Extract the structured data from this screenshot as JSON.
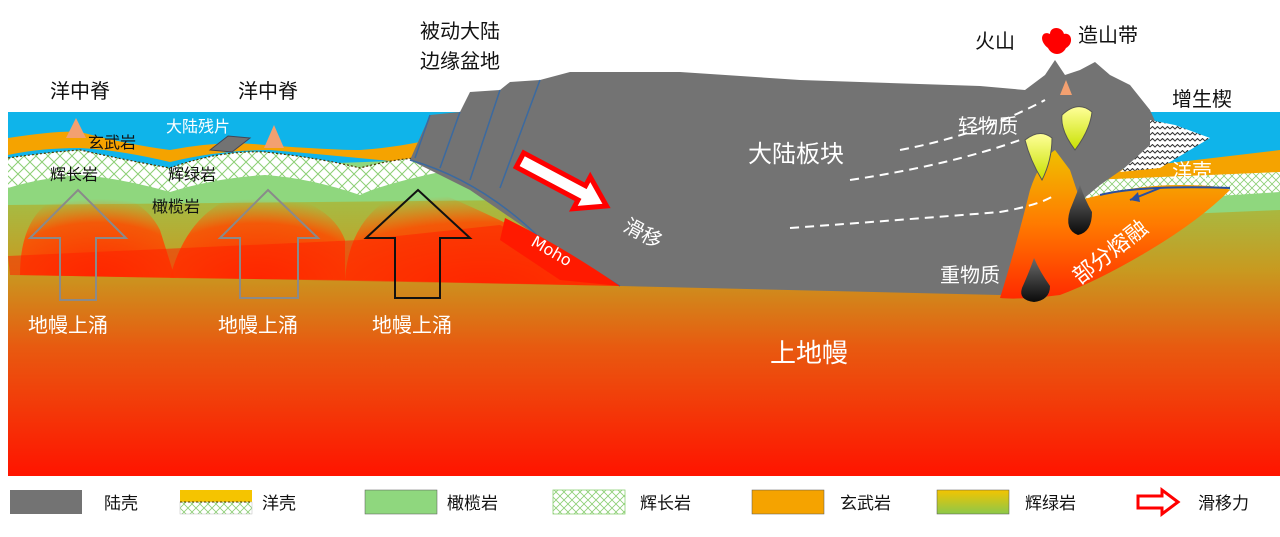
{
  "labels": {
    "ridge_1": "洋中脊",
    "ridge_2": "洋中脊",
    "passive_margin_line1": "被动大陆",
    "passive_margin_line2": "边缘盆地",
    "volcano": "火山",
    "orogen": "造山带",
    "accretionary_wedge": "增生楔",
    "basalt": "玄武岩",
    "continent_fragment": "大陆残片",
    "gabbro": "辉长岩",
    "diabase": "辉绿岩",
    "peridotite": "橄榄岩",
    "continental_plate": "大陆板块",
    "light_matter": "轻物质",
    "heavy_matter": "重物质",
    "oceanic_crust": "洋壳",
    "partial_melting": "部分熔融",
    "slide": "滑移",
    "moho": "Moho",
    "upwelling_1": "地幔上涌",
    "upwelling_2": "地幔上涌",
    "upwelling_3": "地幔上涌",
    "upper_mantle": "上地幔"
  },
  "legend": [
    {
      "swatch": "continental-crust",
      "label": "陆壳"
    },
    {
      "swatch": "oceanic-crust",
      "label": "洋壳"
    },
    {
      "swatch": "peridotite",
      "label": "橄榄岩"
    },
    {
      "swatch": "gabbro",
      "label": "辉长岩"
    },
    {
      "swatch": "basalt",
      "label": "玄武岩"
    },
    {
      "swatch": "diabase",
      "label": "辉绿岩"
    },
    {
      "swatch": "slide-force",
      "label": "滑移力"
    }
  ],
  "colors": {
    "ocean": "#0fb4ea",
    "continental_crust": "#737373",
    "basalt": "#f5a300",
    "peridotite": "#8fd77e",
    "mantle_red": "#ff1a00",
    "mantle_green": "#9fc24a",
    "melt": "#ff8c00",
    "arrow_red": "#ff0000"
  }
}
